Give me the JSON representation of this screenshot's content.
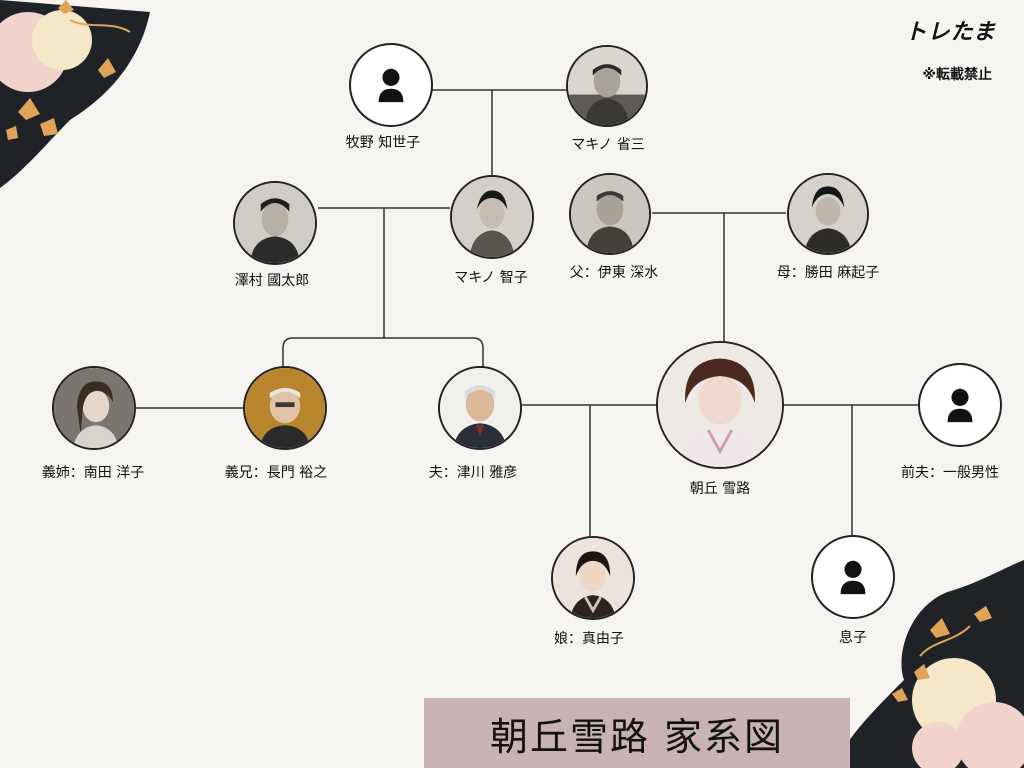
{
  "header": {
    "brand": "トレたま",
    "notice": "※転載禁止"
  },
  "title": "朝丘雪路 家系図",
  "people": {
    "makino_chiyoko": {
      "name": "牧野 知世子",
      "icon": "person-silhouette-icon"
    },
    "makino_shozo": {
      "name": "マキノ 省三",
      "icon": "portrait-photo"
    },
    "sawamura_kunitaro": {
      "name": "澤村 國太郎",
      "icon": "portrait-photo"
    },
    "makino_tomoko": {
      "name": "マキノ 智子",
      "icon": "portrait-photo"
    },
    "father": {
      "name": "父：伊東 深水",
      "icon": "portrait-photo"
    },
    "mother": {
      "name": "母：勝田 麻起子",
      "icon": "portrait-photo"
    },
    "sister_in_law": {
      "name": "義姉：南田 洋子",
      "icon": "portrait-photo"
    },
    "brother_in_law": {
      "name": "義兄：長門 裕之",
      "icon": "portrait-photo"
    },
    "husband": {
      "name": "夫：津川 雅彦",
      "icon": "portrait-photo"
    },
    "self": {
      "name": "朝丘 雪路",
      "icon": "portrait-photo"
    },
    "ex_husband": {
      "name": "前夫：一般男性",
      "icon": "person-silhouette-icon"
    },
    "daughter": {
      "name": "娘：真由子",
      "icon": "portrait-photo"
    },
    "son": {
      "name": "息子",
      "icon": "person-silhouette-icon"
    }
  },
  "colors": {
    "background": "#f6f4f0",
    "line": "#333333",
    "title_band": "#c9b2b4",
    "deco_dark": "#1f2328",
    "deco_gold": "#e0a458",
    "deco_pink": "#f2d3cc",
    "deco_cream": "#f6e7c8"
  }
}
